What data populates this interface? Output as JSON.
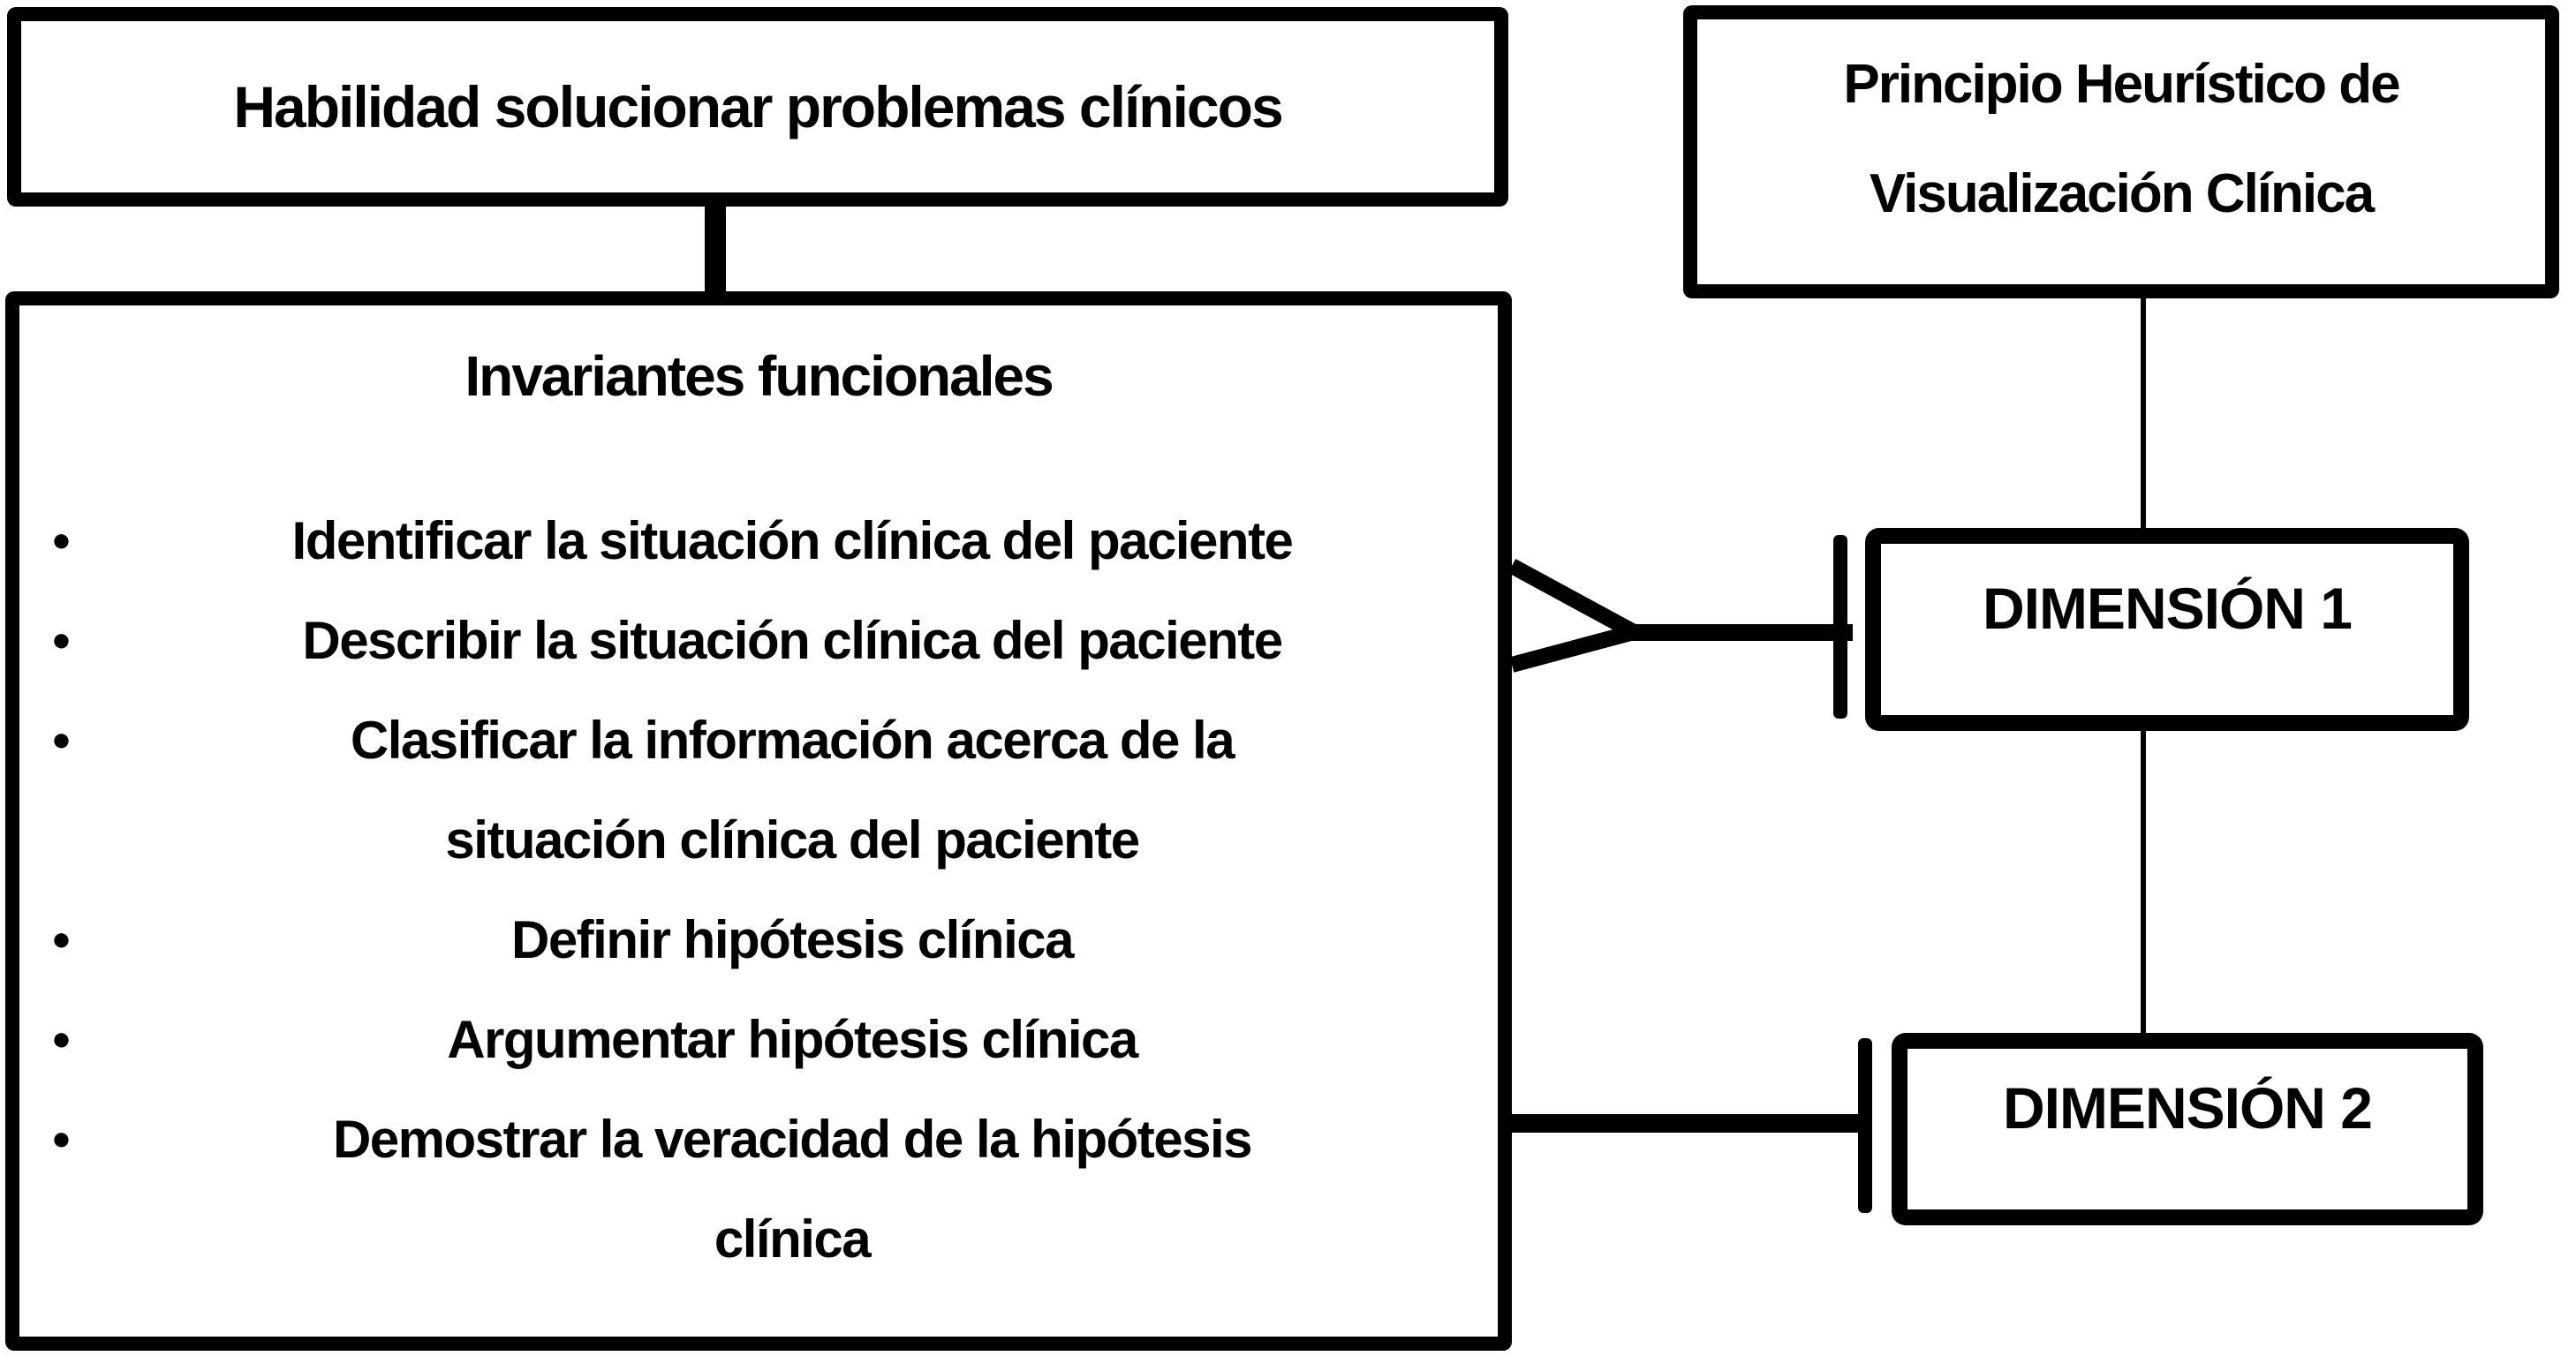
{
  "boxes": {
    "habilidad": {
      "label": "Habilidad solucionar problemas clínicos"
    },
    "invariantes": {
      "title": "Invariantes funcionales",
      "bullet_glyph": "●",
      "bullets": [
        {
          "lines": [
            "Identificar la situación clínica del paciente"
          ]
        },
        {
          "lines": [
            "Describir la situación clínica del paciente"
          ]
        },
        {
          "lines": [
            "Clasificar la información acerca de la",
            "situación clínica del paciente"
          ]
        },
        {
          "lines": [
            "Definir hipótesis clínica"
          ]
        },
        {
          "lines": [
            "Argumentar hipótesis clínica"
          ]
        },
        {
          "lines": [
            "Demostrar la veracidad de la hipótesis",
            "clínica"
          ]
        }
      ]
    },
    "principio": {
      "line1": "Principio Heurístico de",
      "line2": "Visualización Clínica"
    },
    "dimension1": {
      "label": "DIMENSIÓN 1"
    },
    "dimension2": {
      "label": "DIMENSIÓN 2"
    }
  },
  "colors": {
    "foreground": "#000000",
    "background": "#ffffff"
  }
}
